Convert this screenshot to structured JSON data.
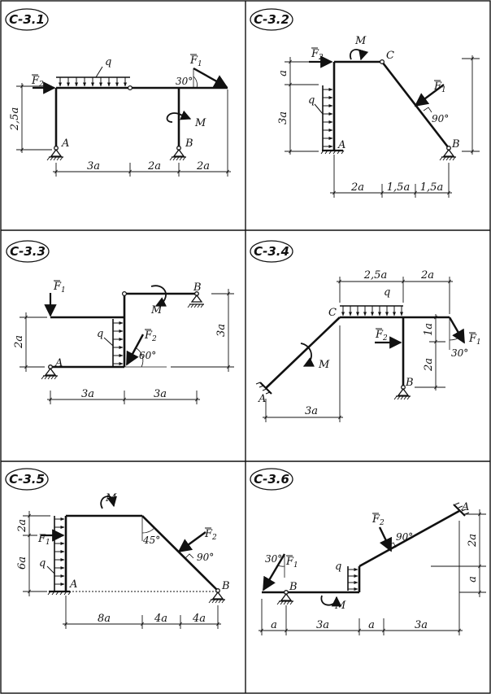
{
  "panels": [
    {
      "id": "C-3.1",
      "labels": {
        "q": "q",
        "F1": "F",
        "F1_sub": "1",
        "F2": "F",
        "F2_sub": "2",
        "M": "M",
        "A": "A",
        "B": "B",
        "angle": "30°"
      },
      "dims": {
        "vert": "2,5a",
        "h1": "3a",
        "h2": "2a",
        "h3": "2a"
      }
    },
    {
      "id": "C-3.2",
      "labels": {
        "q": "q",
        "F1": "F",
        "F1_sub": "1",
        "F2": "F",
        "F2_sub": "2",
        "M": "M",
        "A": "A",
        "B": "B",
        "C": "C",
        "angle": "90°"
      },
      "dims": {
        "v1": "a",
        "v2": "3a",
        "h1": "2a",
        "h2": "1,5a",
        "h3": "1,5a"
      }
    },
    {
      "id": "C-3.3",
      "labels": {
        "q": "q",
        "F1": "F",
        "F1_sub": "1",
        "F2": "F",
        "F2_sub": "2",
        "M": "M",
        "A": "A",
        "B": "B",
        "angle": "60°"
      },
      "dims": {
        "vleft": "2a",
        "vright": "3a",
        "h1": "3a",
        "h2": "3a"
      }
    },
    {
      "id": "C-3.4",
      "labels": {
        "q": "q",
        "F1": "F",
        "F1_sub": "1",
        "F2": "F",
        "F2_sub": "2",
        "M": "M",
        "A": "A",
        "B": "B",
        "C": "C",
        "angle": "30°"
      },
      "dims": {
        "top1": "2,5a",
        "top2": "2a",
        "v1": "1a",
        "v2": "2a",
        "bottom": "3a"
      }
    },
    {
      "id": "C-3.5",
      "labels": {
        "q": "q",
        "F1": "F",
        "F1_sub": "1",
        "F2": "F",
        "F2_sub": "2",
        "M": "M",
        "A": "A",
        "B": "B",
        "angle45": "45°",
        "angle90": "90°"
      },
      "dims": {
        "v1": "2a",
        "v2": "6a",
        "h1": "8a",
        "h2": "4a",
        "h3": "4a"
      }
    },
    {
      "id": "C-3.6",
      "labels": {
        "q": "q",
        "F1": "F",
        "F1_sub": "1",
        "F2": "F",
        "F2_sub": "2",
        "M": "M",
        "A": "A",
        "B": "B",
        "angle30": "30°",
        "angle90": "90°"
      },
      "dims": {
        "v1": "2a",
        "v2": "a",
        "h1": "a",
        "h2": "3a",
        "h3": "a",
        "h4": "3a"
      }
    }
  ]
}
